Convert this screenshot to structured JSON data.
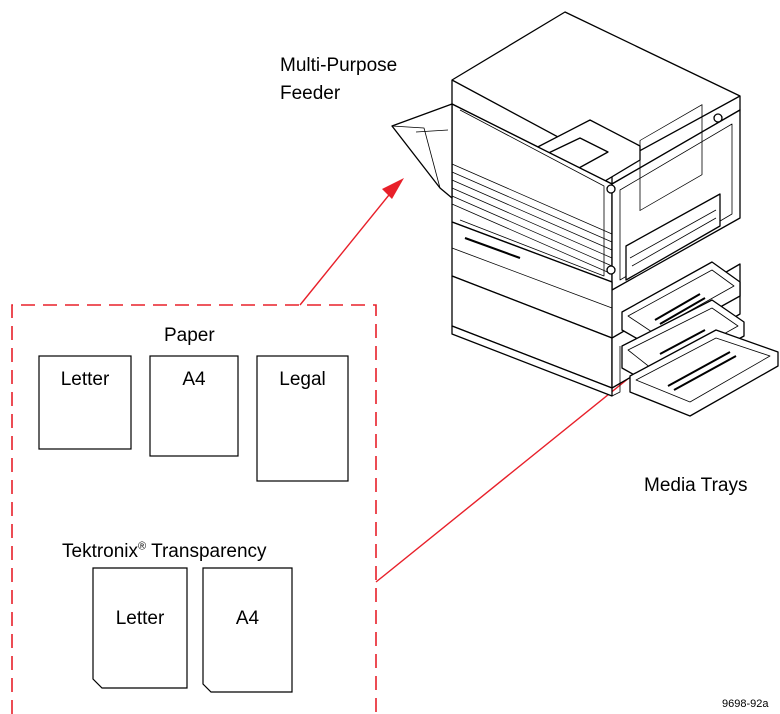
{
  "labels": {
    "feeder_line1": "Multi-Purpose",
    "feeder_line2": "Feeder",
    "media_trays": "Media Trays",
    "paper_heading": "Paper",
    "transparency_brand": "Tektronix",
    "transparency_mark": "®",
    "transparency_word": " Transparency",
    "figure_code": "9698-92a"
  },
  "paper_sizes": [
    "Letter",
    "A4",
    "Legal"
  ],
  "transparency_sizes": [
    "Letter",
    "A4"
  ],
  "colors": {
    "arrow": "#e8202a",
    "dashed_box": "#e8202a",
    "line_art": "#000000"
  }
}
